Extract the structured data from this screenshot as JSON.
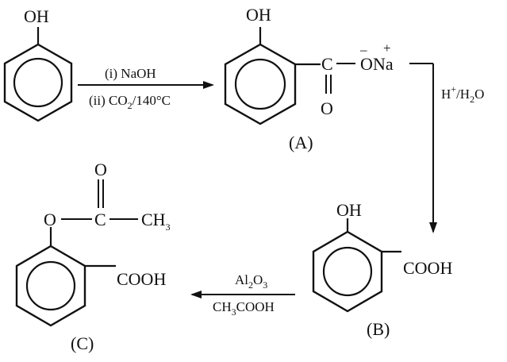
{
  "molecules": {
    "phenol": {
      "group": "OH"
    },
    "a": {
      "group_oh": "OH",
      "carbon": "C",
      "oxygen": "O",
      "anion_o": "O",
      "bar": "–",
      "sodium": "Na",
      "charge": "+",
      "label": "(A)"
    },
    "b": {
      "group_oh": "OH",
      "cooh": "COOH",
      "label": "(B)"
    },
    "c": {
      "ester_o": "O",
      "carbon": "C",
      "carbonyl_o": "O",
      "ch": "CH",
      "three": "3",
      "cooh": "COOH",
      "label": "(C)"
    }
  },
  "reactions": {
    "step1": {
      "reagent1": "(i) NaOH",
      "reagent2_pre": "(ii) CO",
      "reagent2_sub": "2",
      "reagent2_post": "/140°C"
    },
    "step2": {
      "h": "H",
      "plus": "+",
      "slash": "/H",
      "two": "2",
      "o": "O"
    },
    "step3": {
      "al": "Al",
      "al_sub": "2",
      "o": "O",
      "o_sub": "3",
      "ch": "CH",
      "ch_sub": "3",
      "cooh": "COOH"
    }
  }
}
